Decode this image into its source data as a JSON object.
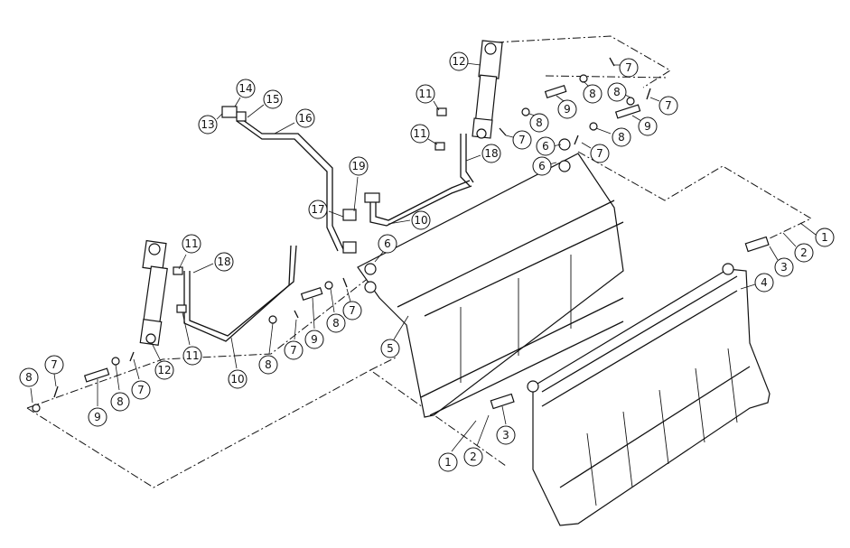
{
  "callouts": [
    "1",
    "2",
    "3",
    "4",
    "1",
    "2",
    "3",
    "5",
    "6",
    "6",
    "6",
    "7",
    "7",
    "7",
    "7",
    "7",
    "7",
    "7",
    "7",
    "8",
    "8",
    "8",
    "8",
    "8",
    "8",
    "8",
    "8",
    "9",
    "9",
    "9",
    "9",
    "10",
    "10",
    "11",
    "11",
    "11",
    "11",
    "12",
    "12",
    "13",
    "14",
    "15",
    "16",
    "17",
    "18",
    "18",
    "19"
  ]
}
